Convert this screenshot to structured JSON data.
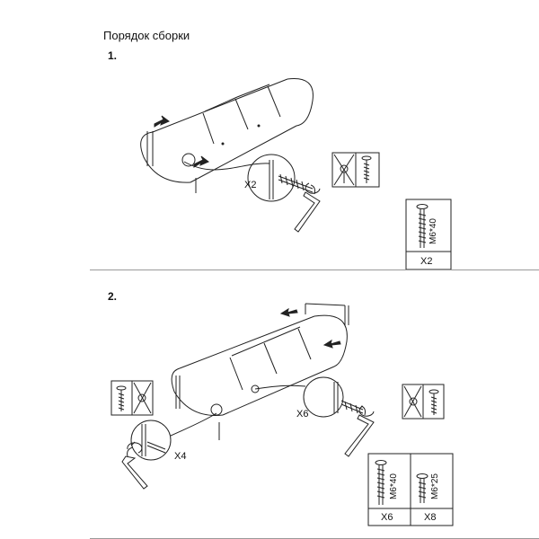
{
  "document": {
    "title": "Порядок сборки"
  },
  "step1": {
    "number": "1.",
    "callout_qty": "X2",
    "parts_box": {
      "bolt_label": "M6*40",
      "qty": "X2"
    }
  },
  "step2": {
    "number": "2.",
    "callout_right_qty": "X6",
    "callout_left_qty": "X4",
    "parts_box": {
      "bolt_a_label": "M6*40",
      "bolt_a_qty": "X6",
      "bolt_b_label": "M6*25",
      "bolt_b_qty": "X8"
    }
  },
  "colors": {
    "line": "#222222",
    "divider": "#9a9a9a"
  }
}
